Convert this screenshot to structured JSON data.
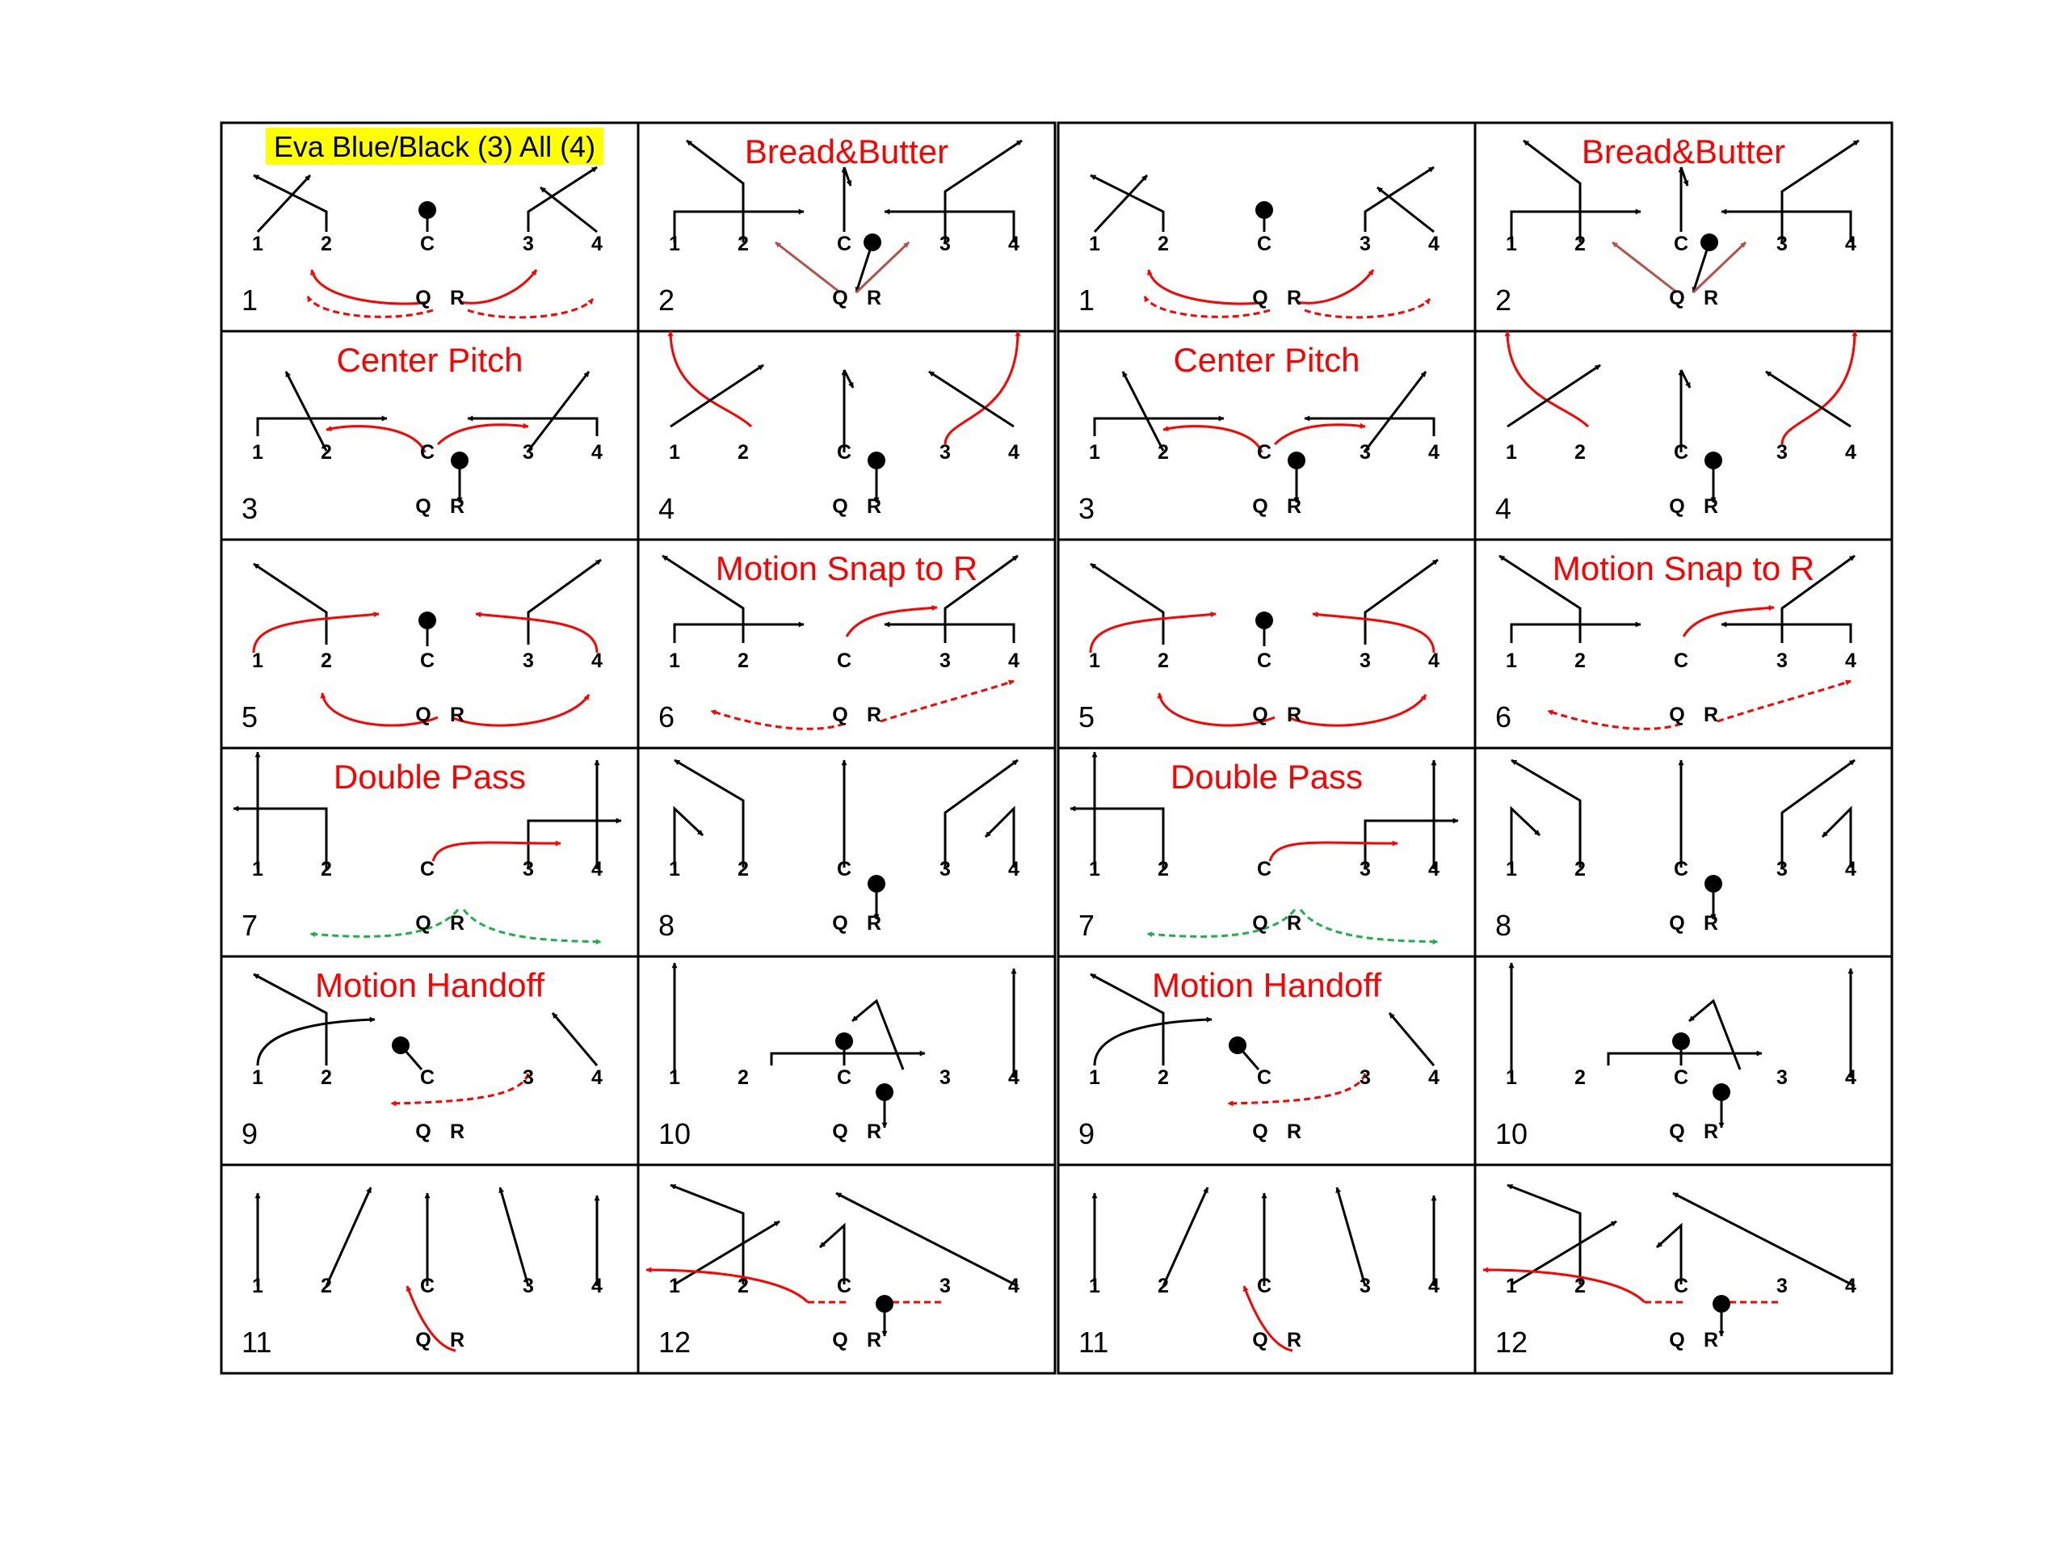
{
  "header": {
    "label": "Eva Blue/Black (3) All (4)",
    "highlight": "#ffff00"
  },
  "colors": {
    "line": "#000000",
    "title": "#ff0000",
    "route_red": "#ff0000",
    "route_brown": "#b5524a",
    "route_green": "#1fb04a"
  },
  "icons": {
    "route_end": "arrowhead-icon",
    "ball": "ball-icon"
  },
  "panels": [
    "left",
    "right"
  ],
  "plays": [
    {
      "id": 1,
      "number": "1",
      "title": "",
      "positions": [
        "1",
        "2",
        "C",
        "3",
        "4"
      ],
      "backs": [
        "Q",
        "R"
      ]
    },
    {
      "id": 2,
      "number": "2",
      "title": "Bread&Butter",
      "positions": [
        "1",
        "2",
        "C",
        "3",
        "4"
      ],
      "backs": [
        "Q",
        "R"
      ]
    },
    {
      "id": 3,
      "number": "3",
      "title": "Center Pitch",
      "positions": [
        "1",
        "2",
        "C",
        "3",
        "4"
      ],
      "backs": [
        "Q",
        "R"
      ]
    },
    {
      "id": 4,
      "number": "4",
      "title": "",
      "positions": [
        "1",
        "2",
        "C",
        "3",
        "4"
      ],
      "backs": [
        "Q",
        "R"
      ]
    },
    {
      "id": 5,
      "number": "5",
      "title": "",
      "positions": [
        "1",
        "2",
        "C",
        "3",
        "4"
      ],
      "backs": [
        "Q",
        "R"
      ]
    },
    {
      "id": 6,
      "number": "6",
      "title": "Motion Snap to R",
      "positions": [
        "1",
        "2",
        "C",
        "3",
        "4"
      ],
      "backs": [
        "Q",
        "R"
      ]
    },
    {
      "id": 7,
      "number": "7",
      "title": "Double Pass",
      "positions": [
        "1",
        "2",
        "C",
        "3",
        "4"
      ],
      "backs": [
        "Q",
        "R"
      ]
    },
    {
      "id": 8,
      "number": "8",
      "title": "",
      "positions": [
        "1",
        "2",
        "C",
        "3",
        "4"
      ],
      "backs": [
        "Q",
        "R"
      ]
    },
    {
      "id": 9,
      "number": "9",
      "title": "Motion Handoff",
      "positions": [
        "1",
        "2",
        "C",
        "3",
        "4"
      ],
      "backs": [
        "Q",
        "R"
      ]
    },
    {
      "id": 10,
      "number": "10",
      "title": "",
      "positions": [
        "1",
        "2",
        "C",
        "3",
        "4"
      ],
      "backs": [
        "Q",
        "R"
      ]
    },
    {
      "id": 11,
      "number": "11",
      "title": "",
      "positions": [
        "1",
        "2",
        "C",
        "3",
        "4"
      ],
      "backs": [
        "Q",
        "R"
      ]
    },
    {
      "id": 12,
      "number": "12",
      "title": "",
      "positions": [
        "1",
        "2",
        "C",
        "3",
        "4"
      ],
      "backs": [
        "Q",
        "R"
      ]
    }
  ]
}
